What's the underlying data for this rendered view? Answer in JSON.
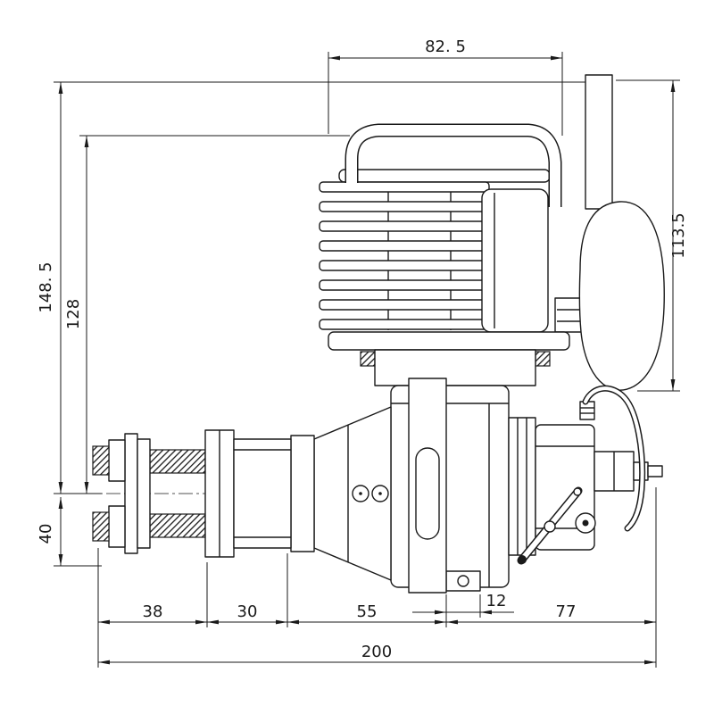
{
  "drawing": {
    "background": "#ffffff",
    "line_color": "#1a1a1a",
    "dimensions": {
      "top_width": "82. 5",
      "right_height": "113.5",
      "overall_height": "148. 5",
      "inner_height": "128",
      "hub_height": "40",
      "bottom_seg_1": "38",
      "bottom_seg_2": "30",
      "bottom_seg_3": "55",
      "mount_plate_width": "12",
      "bottom_seg_4": "77",
      "overall_length": "200"
    }
  }
}
